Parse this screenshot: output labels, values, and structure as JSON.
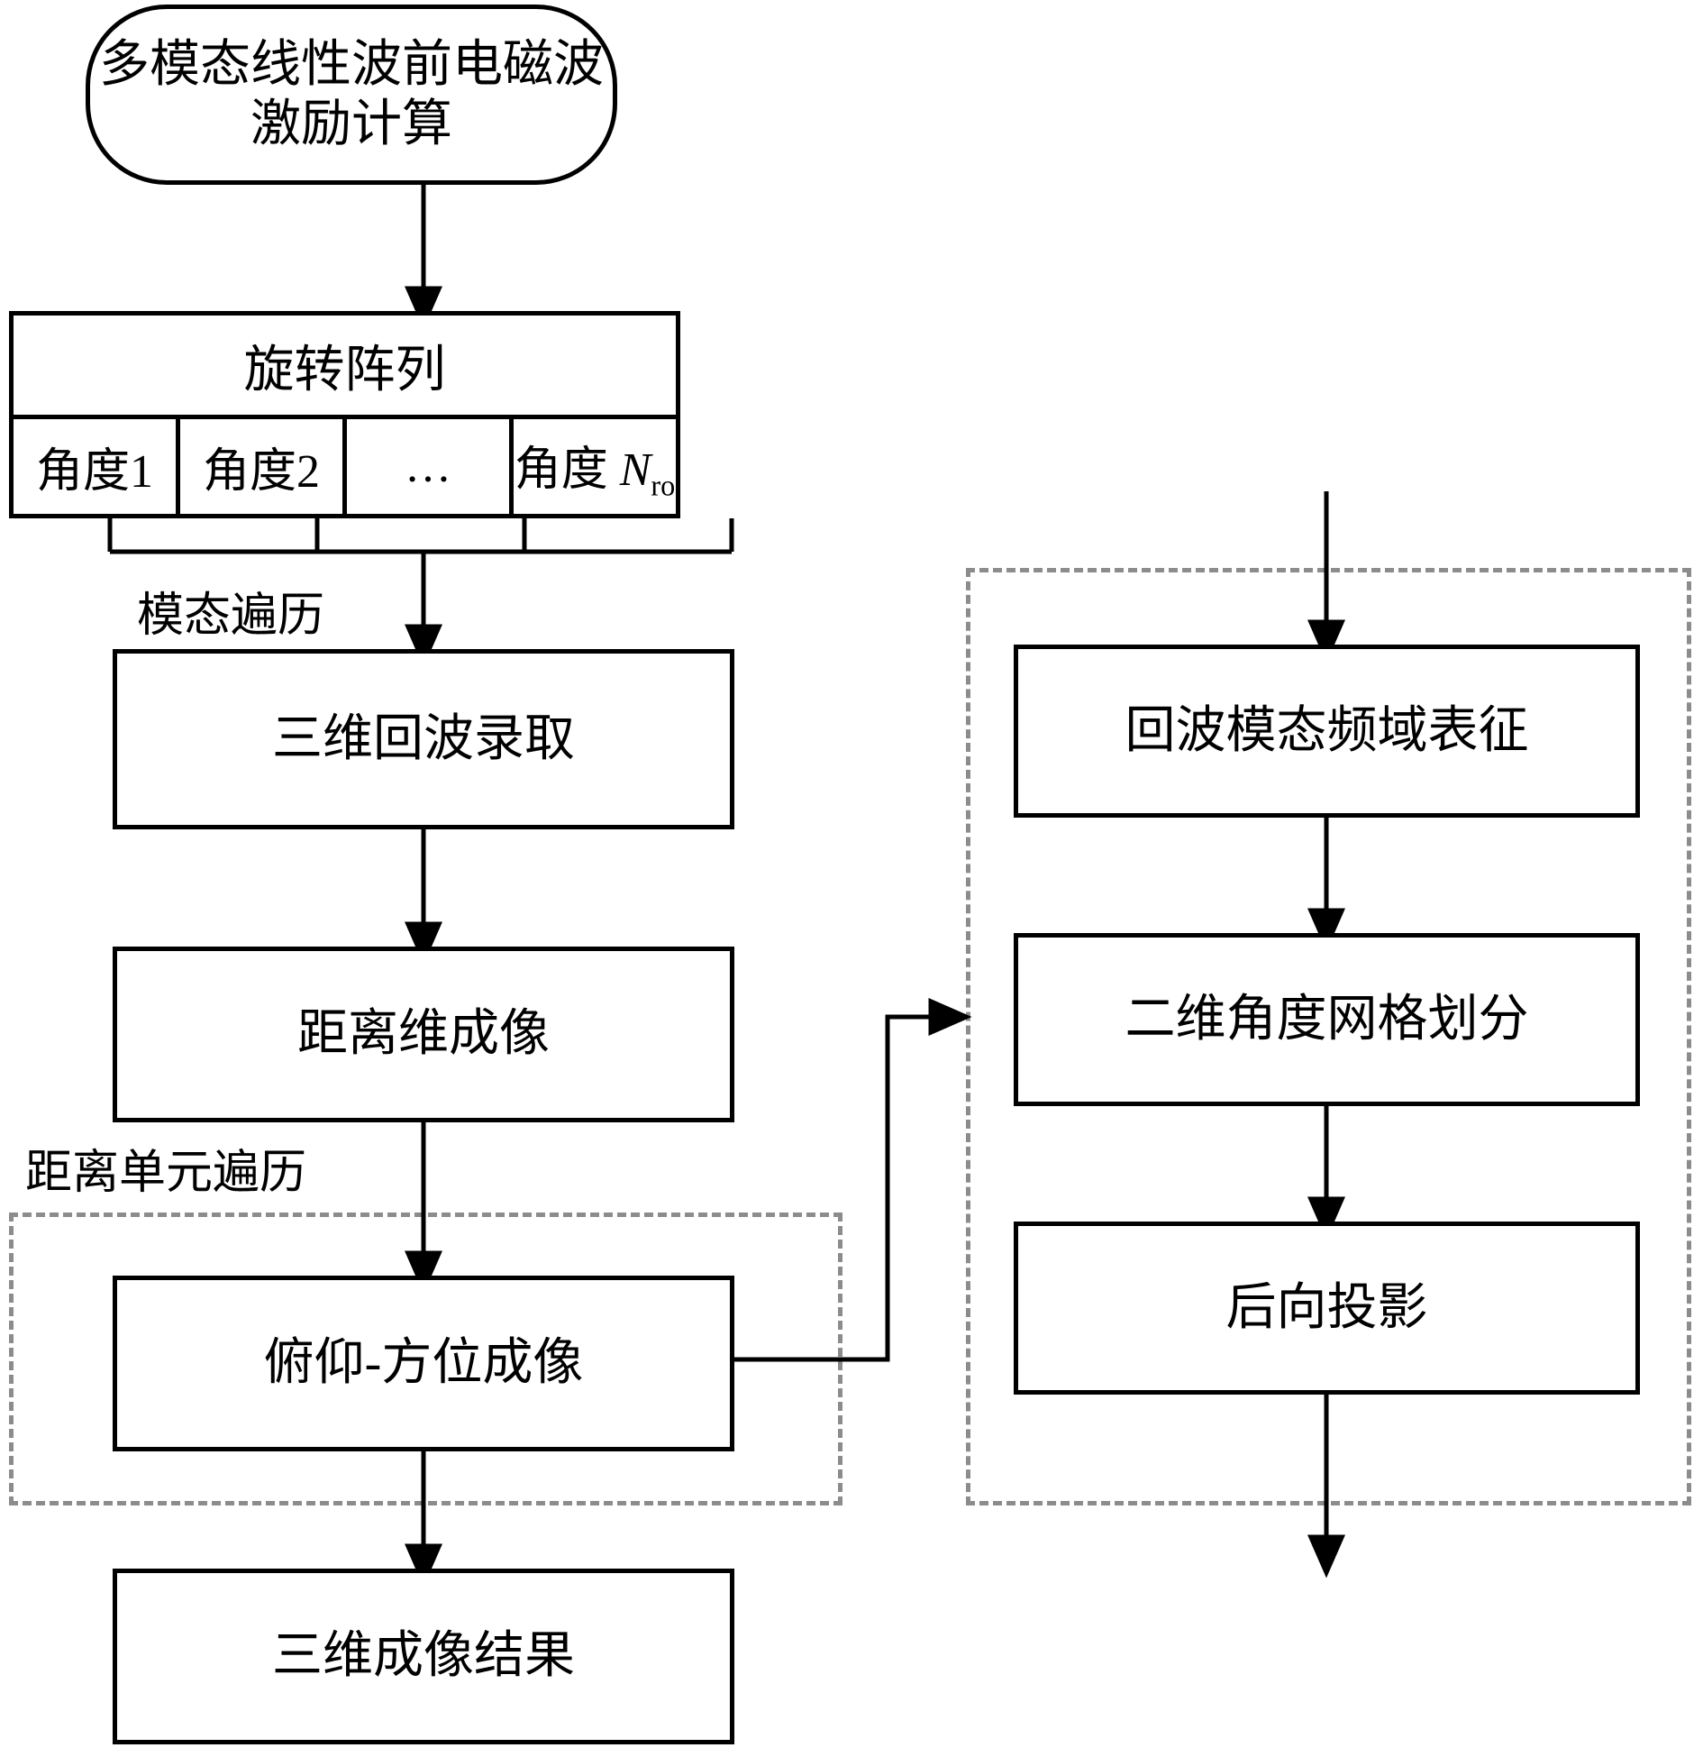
{
  "diagram": {
    "title_node": {
      "text": "多模态线性波前电磁波\n激励计算"
    },
    "rotation_table": {
      "header": "旋转阵列",
      "cells": [
        {
          "label": "角度1"
        },
        {
          "label": "角度2"
        },
        {
          "label": "…"
        },
        {
          "label_prefix": "角度 ",
          "label_var": "N",
          "label_sub": "ro"
        }
      ]
    },
    "edge_labels": {
      "mode_traversal": "模态遍历",
      "range_cell_traversal": "距离单元遍历"
    },
    "left_nodes": {
      "echo_record": "三维回波录取",
      "range_imaging": "距离维成像",
      "elev_azim_imaging": "俯仰-方位成像",
      "result": "三维成像结果"
    },
    "right_nodes": {
      "freq_domain": "回波模态频域表征",
      "angle_grid": "二维角度网格划分",
      "back_projection": "后向投影"
    },
    "colors": {
      "stroke": "#000000",
      "dashed_group": "#8c8c8c",
      "background": "#ffffff"
    }
  }
}
